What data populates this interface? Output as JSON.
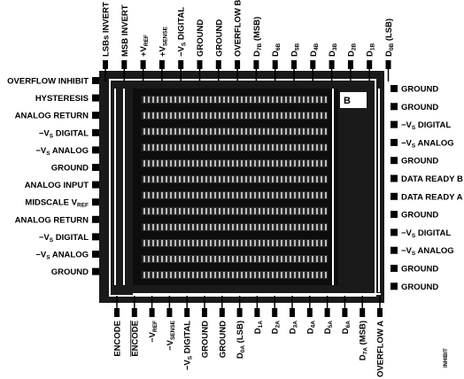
{
  "pins": {
    "top": [
      {
        "label": "LSBs INVERT"
      },
      {
        "label": "MSB INVERT"
      },
      {
        "label": "+V",
        "sub": "REF"
      },
      {
        "label": "+V",
        "sub": "SENSE"
      },
      {
        "label": "−V",
        "sub": "S",
        "rest": " DIGITAL"
      },
      {
        "label": "GROUND"
      },
      {
        "label": "GROUND"
      },
      {
        "label": "OVERFLOW B"
      },
      {
        "label": "D",
        "sub": "7B",
        "rest": " (MSB)"
      },
      {
        "label": "D",
        "sub": "6B"
      },
      {
        "label": "D",
        "sub": "5B"
      },
      {
        "label": "D",
        "sub": "4B"
      },
      {
        "label": "D",
        "sub": "3B"
      },
      {
        "label": "D",
        "sub": "2B"
      },
      {
        "label": "D",
        "sub": "1B"
      },
      {
        "label": "D",
        "sub": "0B",
        "rest": " (LSB)"
      }
    ],
    "left": [
      {
        "label": "OVERFLOW INHIBIT"
      },
      {
        "label": "HYSTERESIS"
      },
      {
        "label": "ANALOG RETURN"
      },
      {
        "label": "−V",
        "sub": "S",
        "rest": " DIGITAL"
      },
      {
        "label": "−V",
        "sub": "S",
        "rest": " ANALOG"
      },
      {
        "label": "GROUND"
      },
      {
        "label": "ANALOG INPUT"
      },
      {
        "label": "MIDSCALE V",
        "sub": "REF"
      },
      {
        "label": "ANALOG RETURN"
      },
      {
        "label": "−V",
        "sub": "S",
        "rest": " DIGITAL"
      },
      {
        "label": "−V",
        "sub": "S",
        "rest": " ANALOG"
      },
      {
        "label": "GROUND"
      }
    ],
    "right": [
      {
        "label": "GROUND"
      },
      {
        "label": "GROUND"
      },
      {
        "label": "−V",
        "sub": "S",
        "rest": " DIGITAL"
      },
      {
        "label": "−V",
        "sub": "S",
        "rest": " ANALOG"
      },
      {
        "label": "GROUND"
      },
      {
        "label": "DATA READY B"
      },
      {
        "label": "DATA READY A"
      },
      {
        "label": "GROUND"
      },
      {
        "label": "−V",
        "sub": "S",
        "rest": " DIGITAL"
      },
      {
        "label": "−V",
        "sub": "S",
        "rest": " ANALOG"
      },
      {
        "label": "GROUND"
      },
      {
        "label": "GROUND"
      }
    ],
    "bottom": [
      {
        "label": "ENCODE"
      },
      {
        "label": "ENCODE",
        "overline": true
      },
      {
        "label": "−V",
        "sub": "REF"
      },
      {
        "label": "−V",
        "sub": "SENSE"
      },
      {
        "label": "−V",
        "sub": "S",
        "rest": " DIGITAL"
      },
      {
        "label": "GROUND"
      },
      {
        "label": "GROUND"
      },
      {
        "label": "D",
        "sub": "0A",
        "rest": " (LSB)"
      },
      {
        "label": "D",
        "sub": "1A"
      },
      {
        "label": "D",
        "sub": "2A"
      },
      {
        "label": "D",
        "sub": "3A"
      },
      {
        "label": "D",
        "sub": "4A"
      },
      {
        "label": "D",
        "sub": "5A"
      },
      {
        "label": "D",
        "sub": "6A"
      },
      {
        "label": "D",
        "sub": "7A",
        "rest": " (MSB)"
      },
      {
        "label": "OVERFLOW A"
      }
    ]
  },
  "corner_label": "INHIBIT",
  "die_marking": "B"
}
